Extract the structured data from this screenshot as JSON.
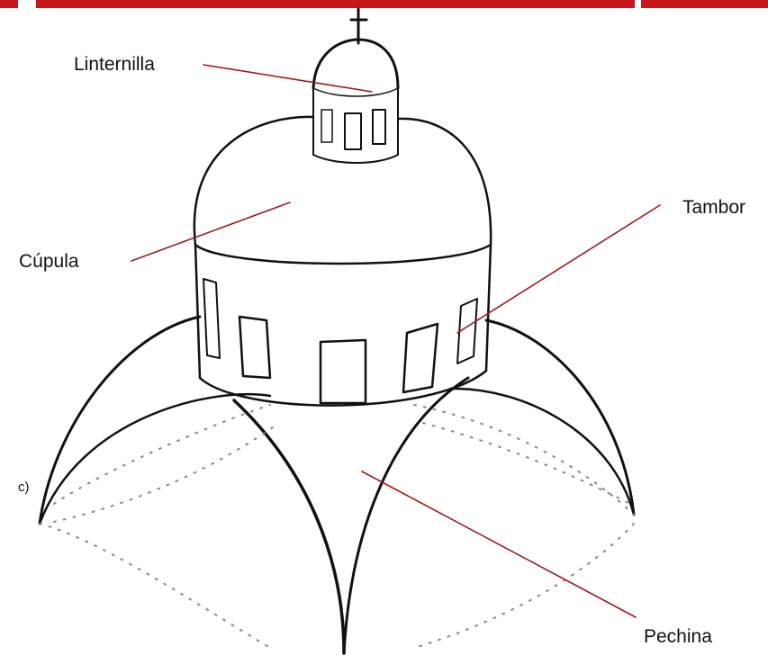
{
  "diagram": {
    "labels": {
      "linternilla": "Linternilla",
      "cupula": "Cúpula",
      "tambor": "Tambor",
      "pechina": "Pechina",
      "figure_tag": "c)"
    },
    "colors": {
      "leader_line": "#a01a1a",
      "top_bar": "#c4161c",
      "ink": "#111111",
      "dotted": "#8a8a8a"
    }
  }
}
